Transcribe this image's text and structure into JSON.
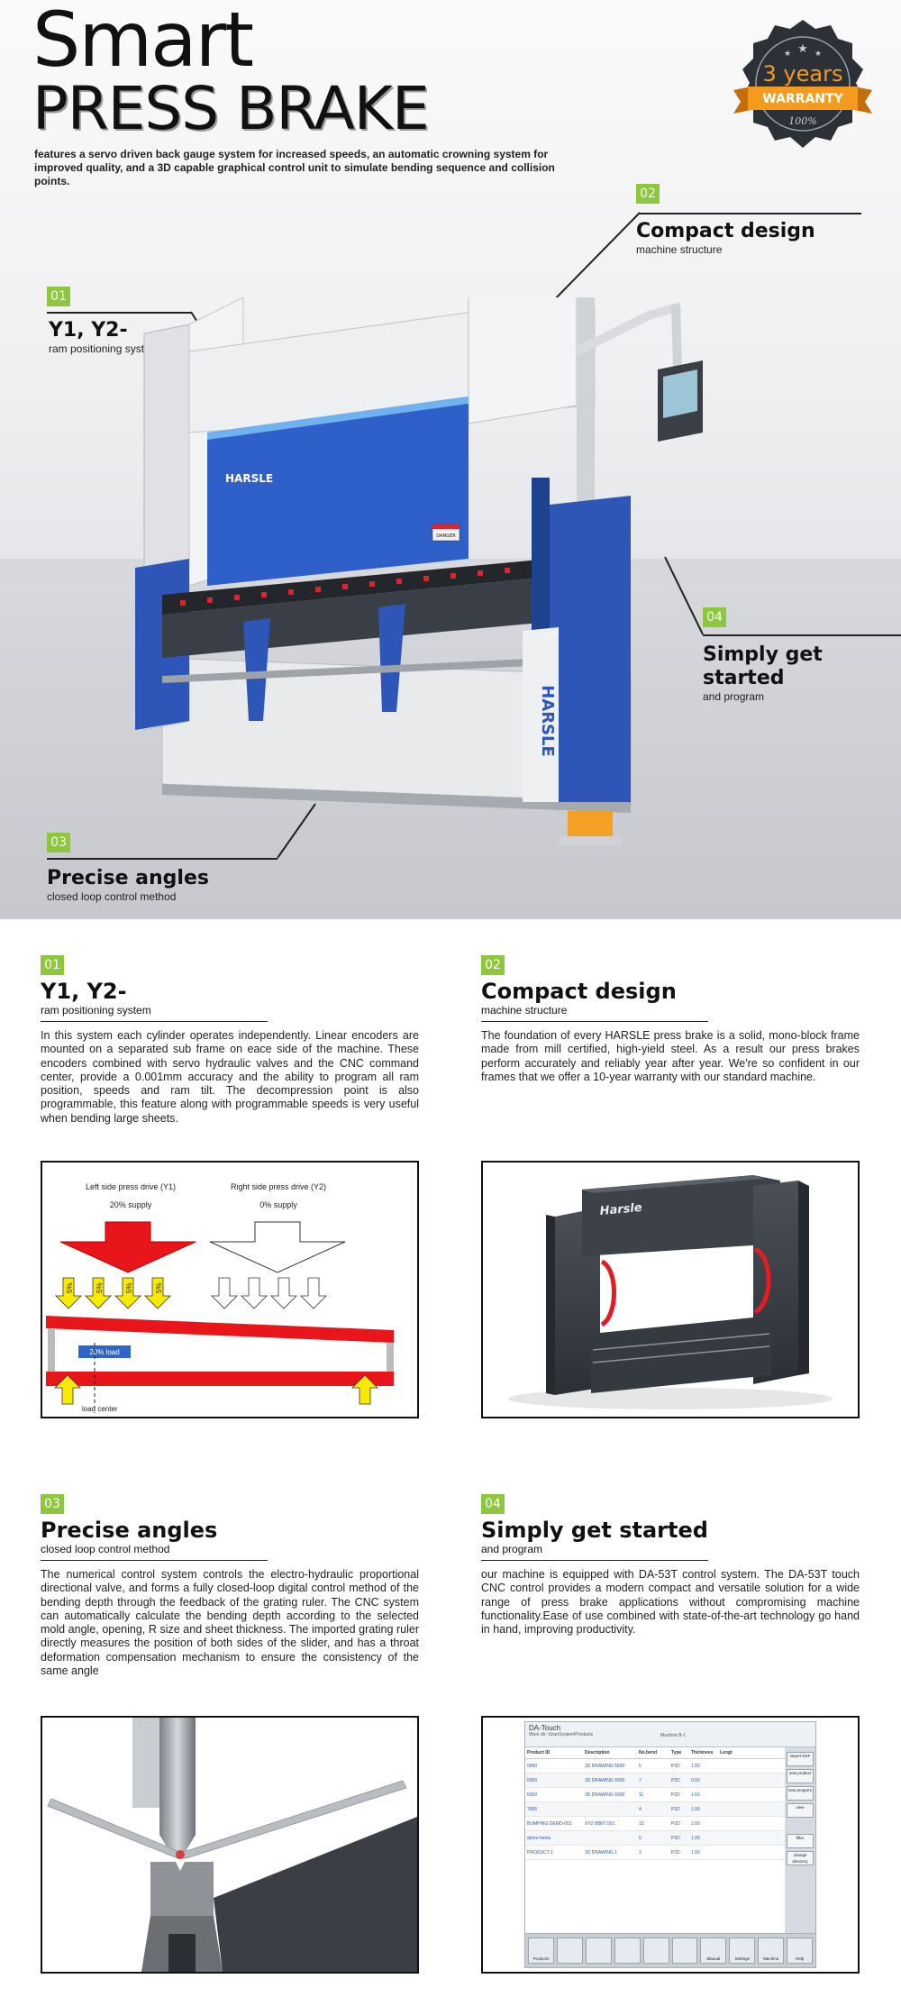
{
  "hero": {
    "title_line1": "Smart",
    "title_line2": "PRESS BRAKE",
    "description": "features a servo driven back gauge system for increased speeds, an automatic crowning system for improved quality, and a 3D capable graphical control unit to simulate bending sequence and collision points.",
    "badge": {
      "years": "3 years",
      "label": "WARRANTY",
      "percent": "100%"
    },
    "machine_brand": "HARSLE",
    "machine_side_brand": "HARSLE",
    "danger_label": "DANGER"
  },
  "callouts": [
    {
      "num": "01",
      "title": "Y1, Y2-",
      "sub": "ram positioning system"
    },
    {
      "num": "02",
      "title": "Compact design",
      "sub": "machine structure"
    },
    {
      "num": "03",
      "title": "Precise angles",
      "sub": "closed loop control method"
    },
    {
      "num": "04",
      "title": "Simply get started",
      "sub": "and program"
    }
  ],
  "features": [
    {
      "num": "01",
      "title": "Y1, Y2-",
      "sub": "ram positioning system",
      "body": "In this system each cylinder operates independently. Linear encoders are mounted on a separated sub frame on eace side of the machine. These encoders combined with servo hydraulic valves and the CNC command center, provide a 0.001mm accuracy and the ability to program all ram position, speeds and ram tilt. The decompression point is also programmable, this feature along with programmable speeds is very useful when bending large sheets."
    },
    {
      "num": "02",
      "title": "Compact design",
      "sub": "machine structure",
      "body": "The foundation of every HARSLE press brake is a solid, mono-block frame made from mill certified, high-yield steel. As a result our press brakes perform accurately and reliably year after year. We're so confident in our frames that we offer a 10-year warranty with our standard machine."
    },
    {
      "num": "03",
      "title": "Precise angles",
      "sub": "closed loop control method",
      "body": "The numerical control system controls the electro-hydraulic proportional directional valve, and forms a fully closed-loop digital control method of the bending depth through the feedback of the grating ruler. The CNC system can automatically calculate the bending depth according to the selected mold angle, opening, R size and sheet thickness. The imported grating ruler directly measures the position of both sides of the slider, and has a throat deformation compensation mechanism to ensure the consistency of the same angle"
    },
    {
      "num": "04",
      "title": "Simply get started",
      "sub": "and program",
      "body": "our machine is equipped with DA-53T control system. The DA-53T touch CNC control provides a modern compact and versatile solution for a wide range of press brake applications without compromising machine functionality.Ease of use combined with state-of-the-art technology go hand in hand, improving productivity."
    }
  ],
  "diagram": {
    "left_label": "Left side press drive (Y1)",
    "left_supply": "20% supply",
    "right_label": "Right side press drive (Y2)",
    "right_supply": "0% supply",
    "pct": "5%",
    "load": "20% load",
    "load_center": "load center"
  },
  "frame_brand": "Harsle",
  "da_touch": {
    "title": "DA-Touch",
    "path": "Work dir: \\UserSystem\\Products",
    "machine": "Machine B-1",
    "columns": [
      "Product ID",
      "Description",
      "No.bend",
      "Type",
      "Thickness",
      "Lengt"
    ],
    "rows": [
      [
        "5800",
        "2D DRAWING 5800",
        "5",
        "P2D",
        "1.00"
      ],
      [
        "5900",
        "3D DRAWING 5900",
        "7",
        "P2D",
        "0.50"
      ],
      [
        "6000",
        "3D DRAWING 6000",
        "11",
        "P2D",
        "1.50"
      ],
      [
        "7005",
        "",
        "4",
        "P3D",
        "1.00"
      ],
      [
        "BUMPING DEMO-001",
        "XYZ-BB07.001",
        "13",
        "P2D",
        "2.00"
      ],
      [
        "demo hems",
        "",
        "6",
        "P2D",
        "1.00"
      ],
      [
        "PRODUCT-1",
        "2D DRAWING 1",
        "3",
        "P2D",
        "1.00"
      ]
    ],
    "side_buttons": [
      "import DXF",
      "new product",
      "new program",
      "view",
      "filter",
      "change directory"
    ],
    "bottom_buttons": [
      "Products",
      "",
      "",
      "",
      "",
      "",
      "Manual",
      "Settings",
      "Machine",
      "Help"
    ]
  },
  "colors": {
    "accent_green": "#8dc63f",
    "machine_blue": "#2d56b8",
    "badge_orange": "#f39a1f"
  }
}
